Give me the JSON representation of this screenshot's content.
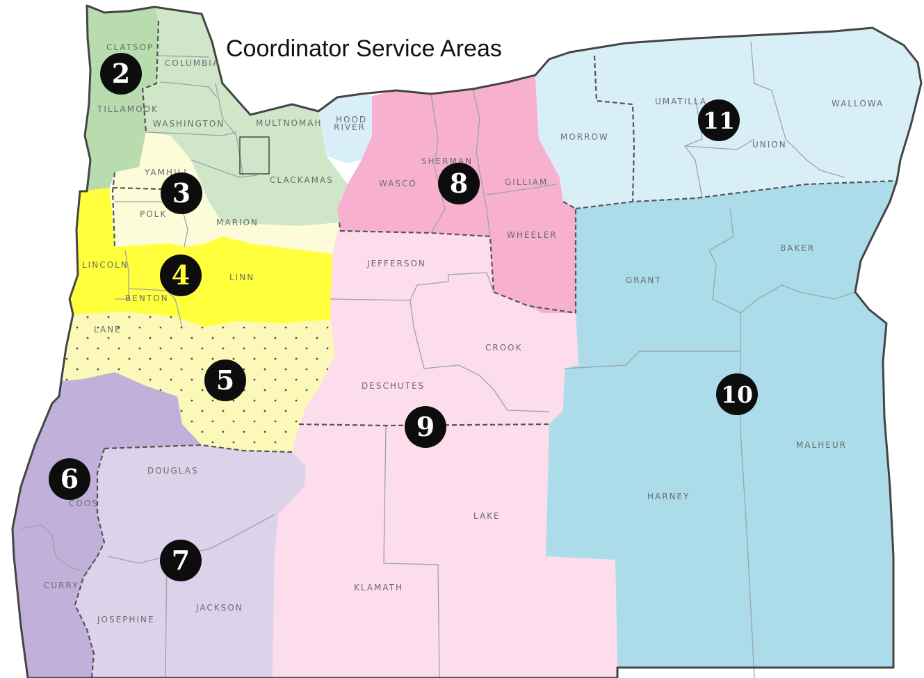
{
  "map": {
    "title": "Coordinator Service Areas",
    "colors": {
      "region2": "#b9dcae",
      "region2_light": "#cfe6c9",
      "region3": "#fdfcd8",
      "region4": "#ffff3c",
      "region5": "#fbf8b8",
      "region6": "#c1b1da",
      "region7": "#dcd3ea",
      "region8": "#f7b1cf",
      "region9": "#fddcec",
      "region10": "#acdcea",
      "region11": "#d8eff8",
      "hood_river": "#d8eff8",
      "badge_fill": "#0d0d0d",
      "badge_text": "#ffffff",
      "badge_text_4": "#ffff3c"
    },
    "badges": [
      {
        "id": "2",
        "label": "2"
      },
      {
        "id": "3",
        "label": "3"
      },
      {
        "id": "4",
        "label": "4"
      },
      {
        "id": "5",
        "label": "5"
      },
      {
        "id": "6",
        "label": "6"
      },
      {
        "id": "7",
        "label": "7"
      },
      {
        "id": "8",
        "label": "8"
      },
      {
        "id": "9",
        "label": "9"
      },
      {
        "id": "10",
        "label": "10"
      },
      {
        "id": "11",
        "label": "11"
      }
    ],
    "counties": {
      "clatsop": "CLATSOP",
      "columbia": "COLUMBIA",
      "tillamook": "TILLAMOOK",
      "washington": "WASHINGTON",
      "multnomah": "MULTNOMAH",
      "hood_river_1": "HOOD",
      "hood_river_2": "RIVER",
      "clackamas": "CLACKAMAS",
      "yamhill": "YAMHILL",
      "polk": "POLK",
      "marion": "MARION",
      "lincoln": "LINCOLN",
      "linn": "LINN",
      "benton": "BENTON",
      "lane": "LANE",
      "coos": "COOS",
      "douglas": "DOUGLAS",
      "curry": "CURRY",
      "josephine": "JOSEPHINE",
      "jackson": "JACKSON",
      "wasco": "WASCO",
      "sherman": "SHERMAN",
      "gilliam": "GILLIAM",
      "wheeler": "WHEELER",
      "jefferson": "JEFFERSON",
      "crook": "CROOK",
      "deschutes": "DESCHUTES",
      "lake": "LAKE",
      "klamath": "KLAMATH",
      "morrow": "MORROW",
      "umatilla": "UMATILLA",
      "union": "UNION",
      "wallowa": "WALLOWA",
      "grant": "GRANT",
      "baker": "BAKER",
      "harney": "HARNEY",
      "malheur": "MALHEUR"
    }
  }
}
